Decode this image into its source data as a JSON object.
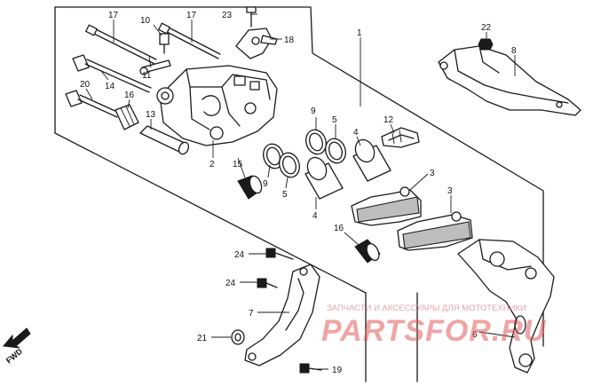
{
  "callouts": {
    "n1": "1",
    "n2": "2",
    "n3a": "3",
    "n3b": "3",
    "n4a": "4",
    "n4b": "4",
    "n5a": "5",
    "n5b": "5",
    "n6": "6",
    "n7": "7",
    "n8": "8",
    "n9a": "9",
    "n9b": "9",
    "n10": "10",
    "n11": "11",
    "n12": "12",
    "n13": "13",
    "n14": "14",
    "n15": "15",
    "n16a": "16",
    "n16b": "16",
    "n17a": "17",
    "n17b": "17",
    "n18": "18",
    "n19": "19",
    "n20": "20",
    "n21": "21",
    "n22": "22",
    "n23": "23",
    "n24a": "24",
    "n24b": "24"
  },
  "direction": {
    "label": "FWD"
  },
  "watermark": {
    "brand": "PARTSFOR.RU",
    "tagline": "ЗАПЧАСТИ И АКСЕССУАРЫ ДЛЯ МОТОТЕХНИКИ"
  },
  "colors": {
    "ink": "#1a1a1a",
    "watermark": "#e35a5a",
    "background": "#ffffff"
  }
}
